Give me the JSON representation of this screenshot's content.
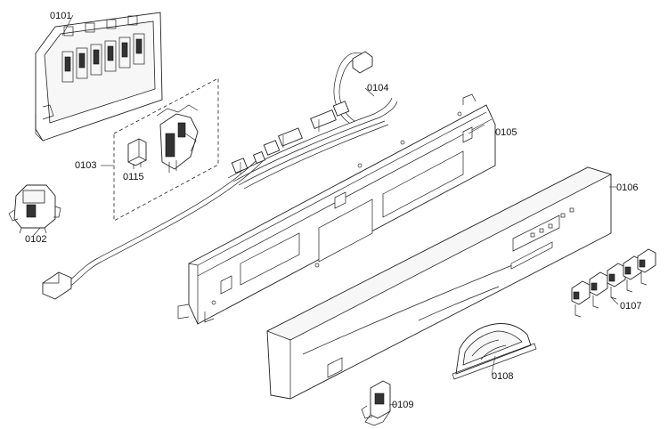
{
  "part_labels": {
    "p0101": "0101",
    "p0102": "0102",
    "p0103": "0103",
    "p0104": "0104",
    "p0105": "0105",
    "p0106": "0106",
    "p0107": "0107",
    "p0108": "0108",
    "p0109": "0109",
    "p0115": "0115"
  },
  "colors": {
    "line": "#222222",
    "background": "#ffffff"
  }
}
